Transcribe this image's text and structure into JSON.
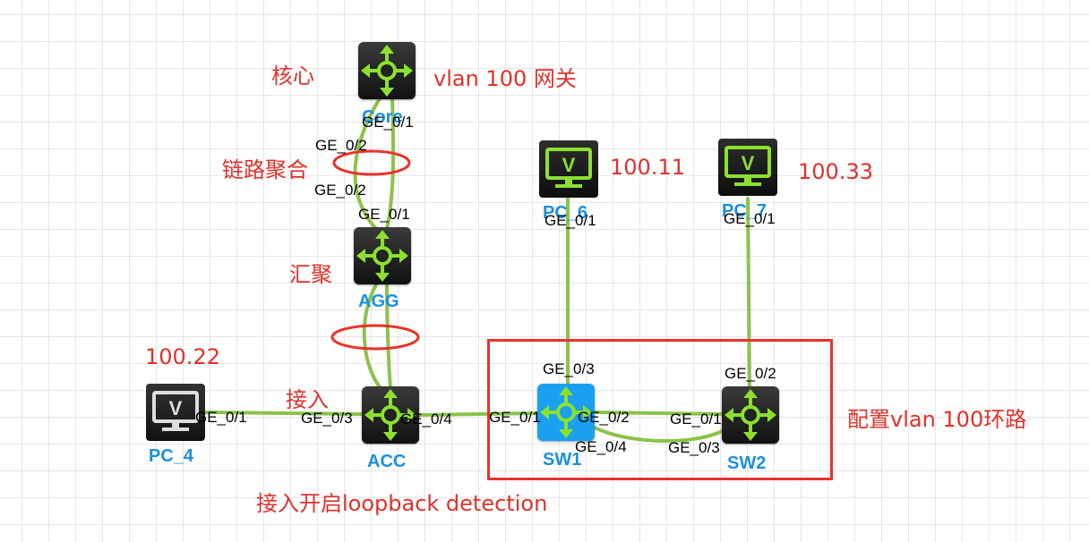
{
  "devices": {
    "core": {
      "label": "Core",
      "icon": "router-icon"
    },
    "agg": {
      "label": "AGG",
      "icon": "router-icon"
    },
    "acc": {
      "label": "ACC",
      "icon": "router-icon"
    },
    "sw1": {
      "label": "SW1",
      "icon": "router-icon",
      "selected": true
    },
    "sw2": {
      "label": "SW2",
      "icon": "router-icon"
    },
    "pc4": {
      "label": "PC_4",
      "icon": "pc-monitor-icon"
    },
    "pc6": {
      "label": "PC_6",
      "icon": "pc-monitor-icon"
    },
    "pc7": {
      "label": "PC_7",
      "icon": "pc-monitor-icon"
    }
  },
  "ports": {
    "core_ge01": "GE_0/1",
    "core_ge02": "GE_0/2",
    "agg_ge02": "GE_0/2",
    "agg_ge01": "GE_0/1",
    "acc_ge03": "GE_0/3",
    "acc_ge04": "GE_0/4",
    "pc4_ge01": "GE_0/1",
    "sw1_ge01": "GE_0/1",
    "sw1_ge02": "GE_0/2",
    "sw1_ge03": "GE_0/3",
    "sw1_ge04": "GE_0/4",
    "sw2_ge01": "GE_0/1",
    "sw2_ge02": "GE_0/2",
    "sw2_ge03": "GE_0/3",
    "pc6_ge01": "GE_0/1",
    "pc7_ge01": "GE_0/1"
  },
  "annotations": {
    "core": "核心",
    "gateway": "vlan 100 网关",
    "link_aggregation": "链路聚合",
    "aggregation": "汇聚",
    "access": "接入",
    "loopback": "接入开启loopback detection",
    "loop_config": "配置vlan 100环路",
    "pc4_ip": "100.22",
    "pc6_ip": "100.11",
    "pc7_ip": "100.33"
  },
  "colors": {
    "link": "#8bc34a",
    "note": "#e0312b",
    "device_label": "#1a90e0",
    "selected_device": "#1aa0f0",
    "lag_ellipse": "#e8332b",
    "box": "#e8332b"
  }
}
